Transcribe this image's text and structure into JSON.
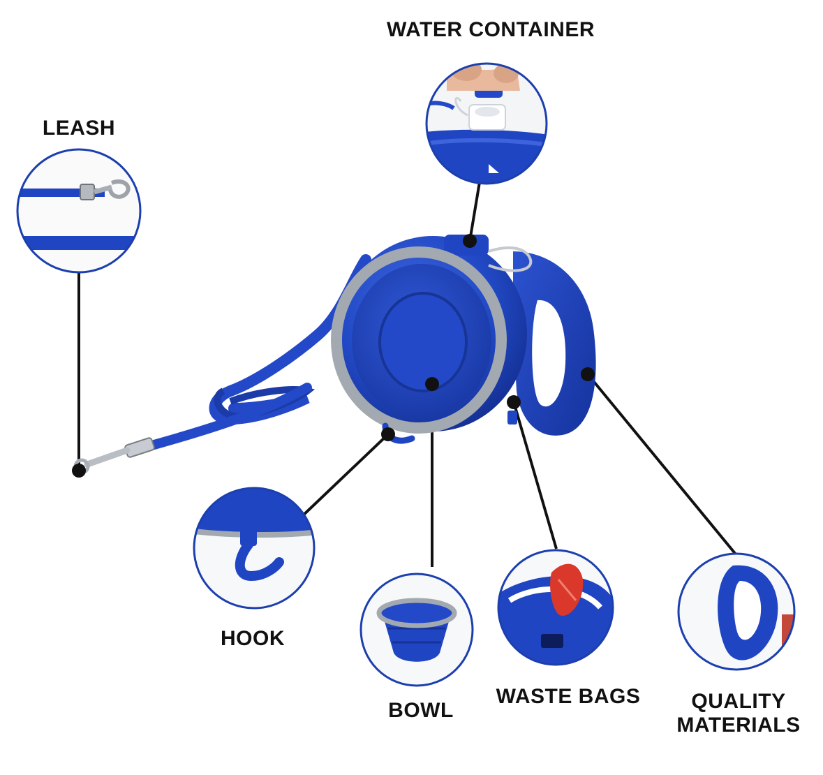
{
  "labels": {
    "water_container": "WATER CONTAINER",
    "leash": "LEASH",
    "hook": "HOOK",
    "bowl": "BOWL",
    "waste_bags": "WASTE BAGS",
    "quality_materials_line1": "QUALITY",
    "quality_materials_line2": "MATERIALS"
  },
  "colors": {
    "product_blue": "#1f45c2",
    "product_blue_dark": "#12309a",
    "product_blue_light": "#3d64dc",
    "rim_gray": "#9aa1a8",
    "callout_line": "#111111",
    "circle_border": "#1c3fae",
    "accent_red": "#d9382a"
  },
  "icons": {
    "water_container": "water-container-icon",
    "leash": "leash-clip-icon",
    "hook": "hook-icon",
    "bowl": "collapsible-bowl-icon",
    "waste_bags": "waste-bag-icon",
    "quality_materials": "handle-icon"
  }
}
